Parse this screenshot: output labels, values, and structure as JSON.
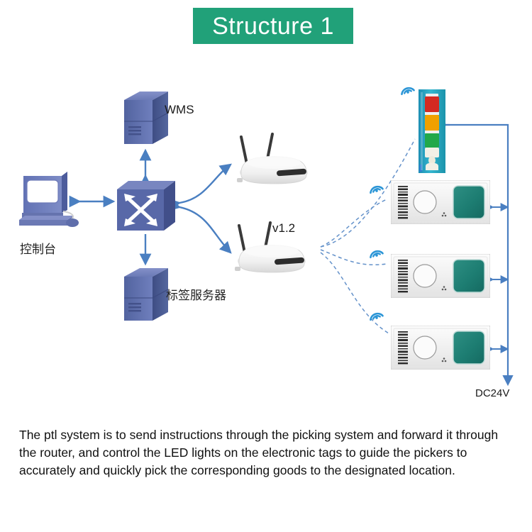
{
  "title": {
    "text": "Structure 1",
    "bg_color": "#21a179",
    "text_color": "#ffffff"
  },
  "labels": {
    "wms": "WMS",
    "console": "控制台",
    "tag_server": "标签服务器",
    "router_version": "v1.2",
    "power": "DC24V"
  },
  "icons": {
    "wifi": "wifi-signal-icon",
    "switch": "network-switch-icon",
    "server": "server-icon",
    "console": "desktop-computer-icon",
    "router": "wireless-router-icon",
    "tower_light": "stack-light-tower-icon",
    "barcode": "barcode-icon"
  },
  "nodes": [
    {
      "id": "console",
      "name": "控制台",
      "type": "desktop-computer"
    },
    {
      "id": "switch",
      "name": "switch",
      "type": "network-switch"
    },
    {
      "id": "wms",
      "name": "WMS",
      "type": "server"
    },
    {
      "id": "tag-server",
      "name": "标签服务器",
      "type": "server"
    },
    {
      "id": "router-top",
      "name": "router",
      "type": "wireless-router"
    },
    {
      "id": "router-bottom",
      "name": "v1.2",
      "type": "wireless-router"
    },
    {
      "id": "tower-light",
      "name": "tower light",
      "type": "stack-light"
    },
    {
      "id": "tag-1",
      "name": "electronic tag 1",
      "type": "ptl-tag"
    },
    {
      "id": "tag-2",
      "name": "electronic tag 2",
      "type": "ptl-tag"
    },
    {
      "id": "tag-3",
      "name": "electronic tag 3",
      "type": "ptl-tag"
    }
  ],
  "tower_light": {
    "lamps": [
      {
        "color": "#d42a22",
        "name": "red-lamp"
      },
      {
        "color": "#f0a000",
        "name": "amber-lamp"
      },
      {
        "color": "#22a84a",
        "name": "green-lamp"
      }
    ],
    "body_color": "#25a6c4"
  },
  "tag": {
    "display_color": "#1d7d72",
    "body_color": "#f2f2f2"
  },
  "colors": {
    "arrow_blue": "#4a7fc1",
    "dashed_blue": "#4a7fc1",
    "device_blue": "#5a6bb0",
    "wifi_blue": "#2b95d6",
    "accent_green": "#21a179"
  },
  "description": "The ptl system is to send instructions through the picking system and forward it through the router, and control the LED lights on the electronic tags to guide the pickers to accurately and quickly pick the corresponding goods to the designated location."
}
